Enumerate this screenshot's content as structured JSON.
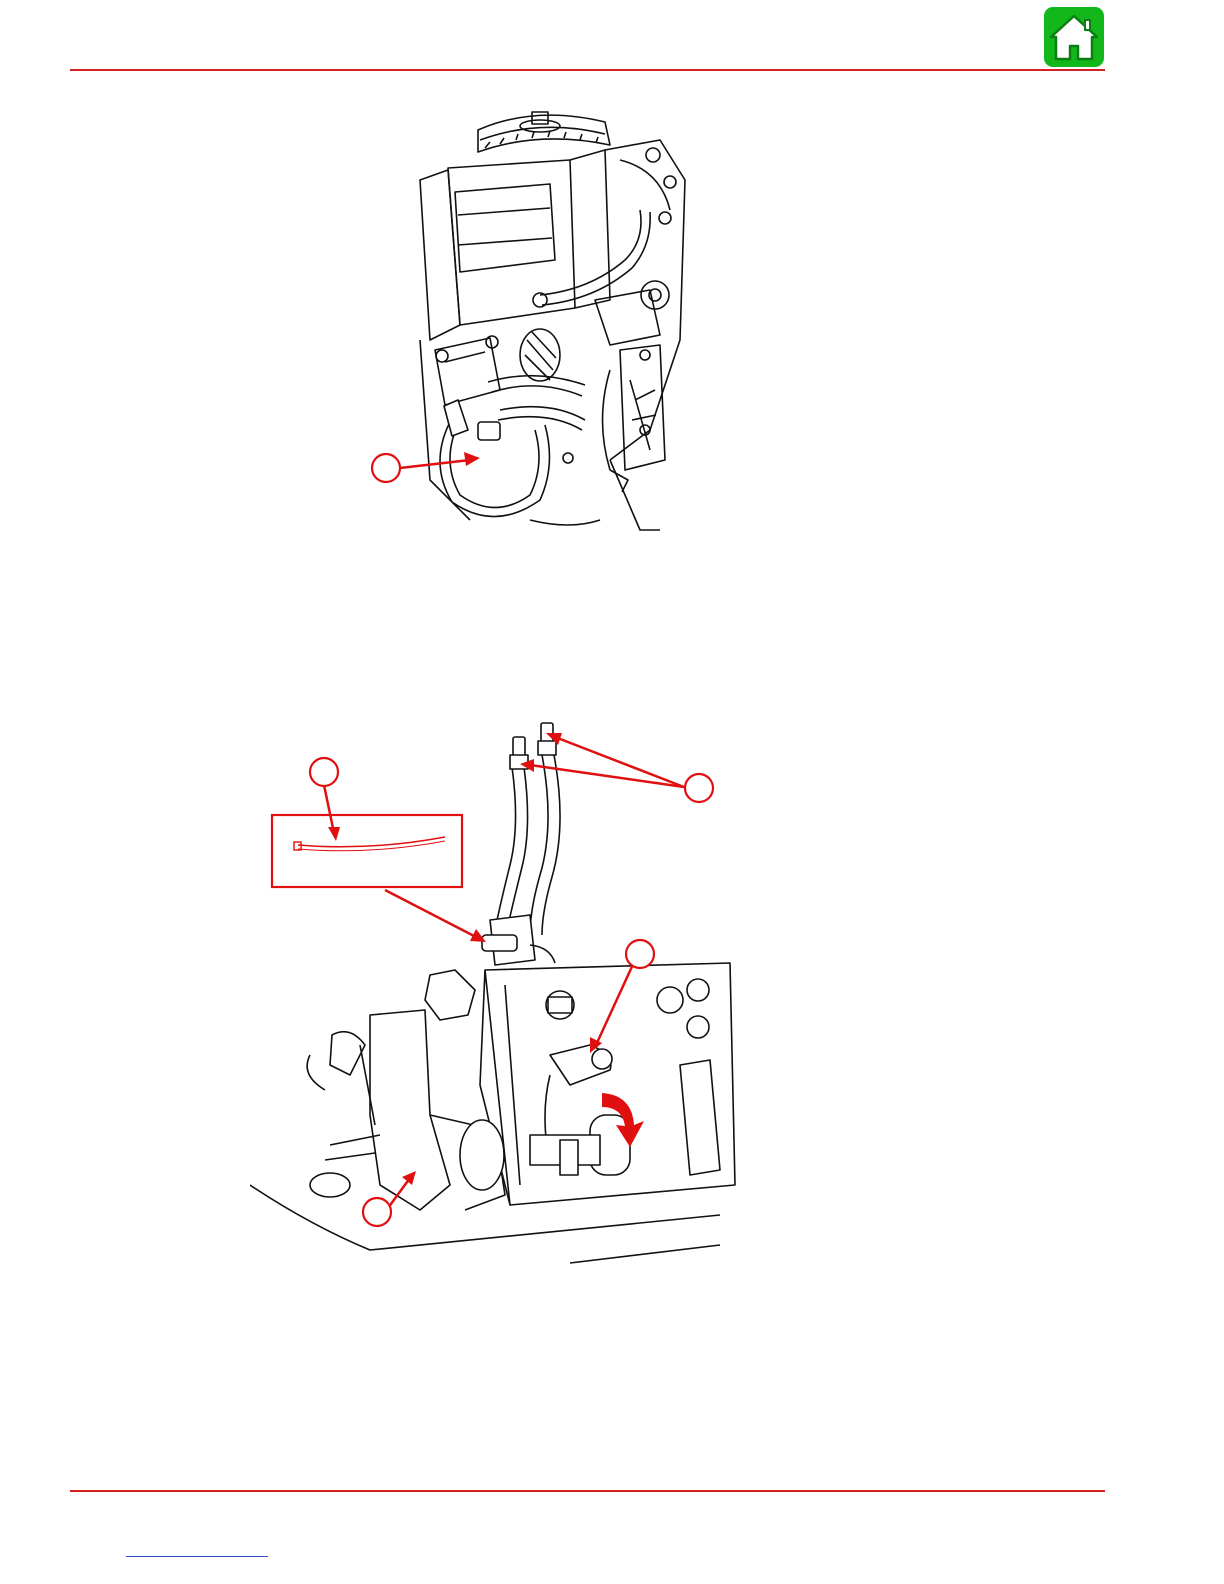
{
  "header": {
    "home_button": {
      "icon": "home-icon",
      "accent": "#12b81b"
    }
  },
  "colors": {
    "rule": "#d42020",
    "callout": "#e01010",
    "link": "#3050c8"
  },
  "figures": [
    {
      "name": "engine-front-view",
      "callouts": 1
    },
    {
      "name": "shift-linkage-view",
      "callouts": 4
    }
  ],
  "footer": {
    "link_text": ""
  }
}
